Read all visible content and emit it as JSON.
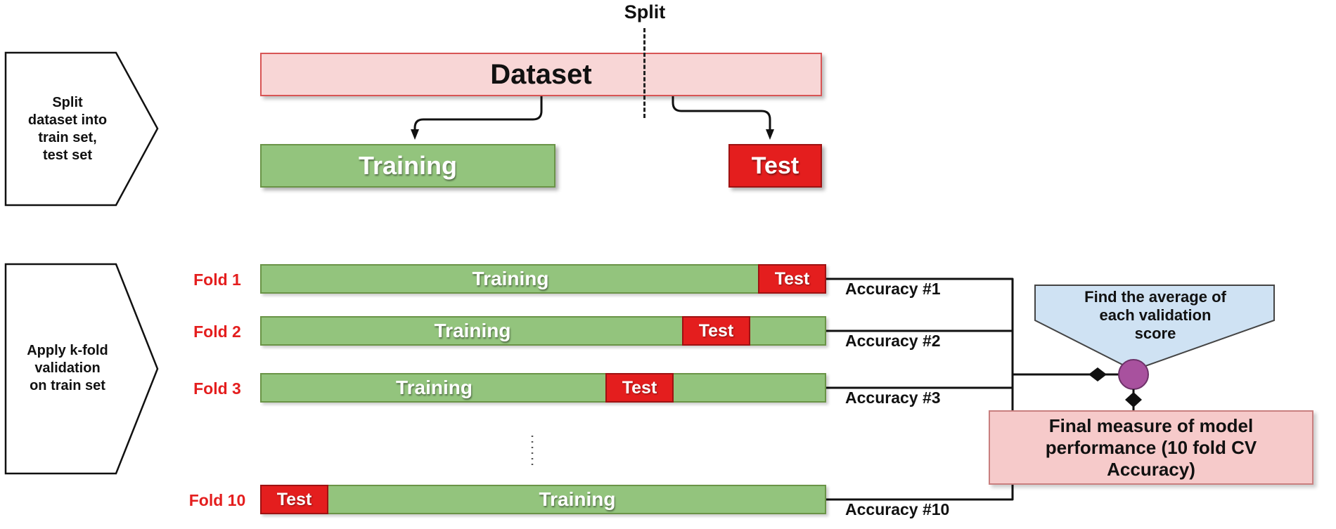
{
  "colors": {
    "train_green": "#93c47d",
    "train_border": "#6a9447",
    "test_red": "#e41e1e",
    "test_border": "#9e1212",
    "dataset_pink": "#f8d6d6",
    "dataset_border": "#d85555",
    "callout_blue": "#cfe2f3",
    "final_pink": "#f6caca",
    "circle_purple": "#a8519e",
    "fold_label_red": "#e41e1e"
  },
  "top_section": {
    "split_label": "Split",
    "dataset_label": "Dataset",
    "training_label": "Training",
    "test_label": "Test",
    "note_lines": [
      "Split",
      "dataset into",
      "train set,",
      "test set"
    ]
  },
  "kfold_section": {
    "note_lines": [
      "Apply k-fold",
      "validation",
      "on train set"
    ],
    "folds": [
      {
        "label": "Fold 1",
        "train_label": "Training",
        "test_label": "Test",
        "accuracy_label": "Accuracy #1",
        "test_start_frac": 0.88,
        "test_width_frac": 0.12
      },
      {
        "label": "Fold 2",
        "train_label": "Training",
        "test_label": "Test",
        "accuracy_label": "Accuracy #2",
        "test_start_frac": 0.745,
        "test_width_frac": 0.12
      },
      {
        "label": "Fold 3",
        "train_label": "Training",
        "test_label": "Test",
        "accuracy_label": "Accuracy #3",
        "test_start_frac": 0.61,
        "test_width_frac": 0.12
      },
      {
        "label": "Fold 10",
        "train_label": "Training",
        "test_label": "Test",
        "accuracy_label": "Accuracy #10",
        "test_start_frac": 0.0,
        "test_width_frac": 0.12
      }
    ]
  },
  "right_section": {
    "callout_lines": [
      "Find the average of",
      "each validation",
      "score"
    ],
    "final_lines": [
      "Final measure of model",
      "performance (10 fold CV",
      "Accuracy)"
    ]
  }
}
